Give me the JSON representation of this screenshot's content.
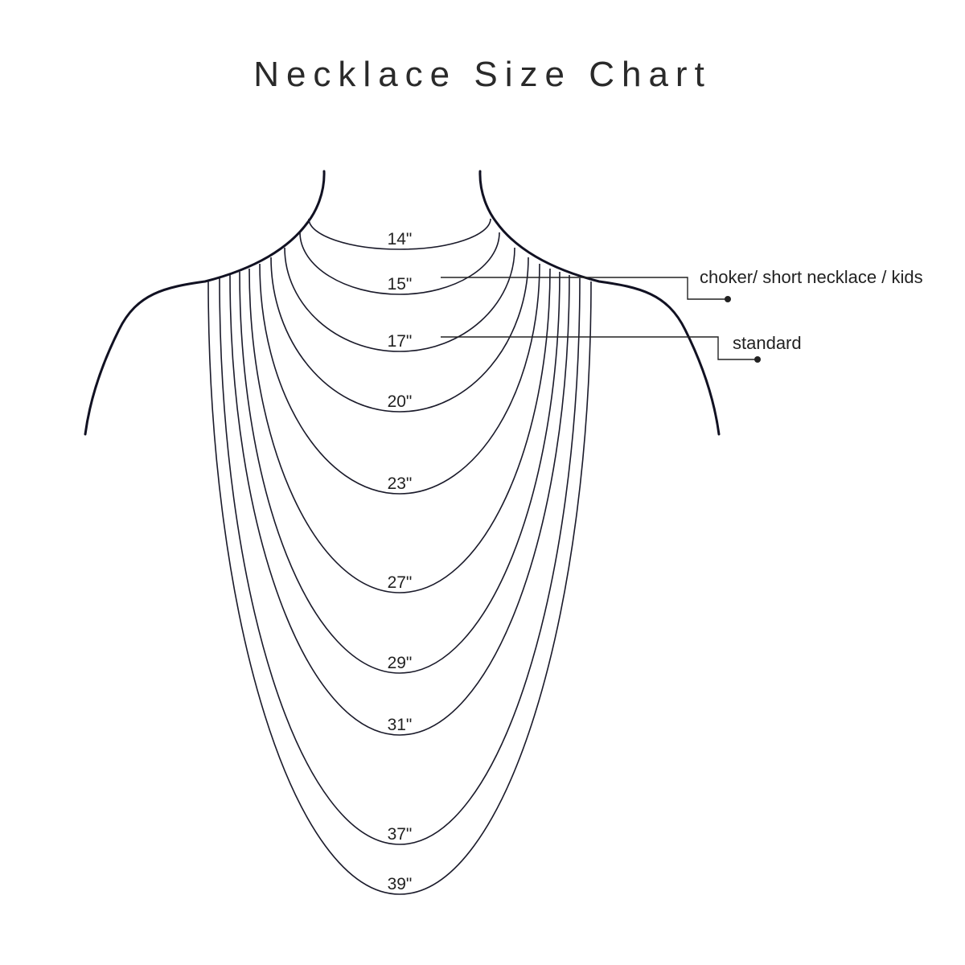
{
  "title": "Necklace Size Chart",
  "sizes": [
    {
      "label": "14\"",
      "length_in": 14
    },
    {
      "label": "15\"",
      "length_in": 15
    },
    {
      "label": "17\"",
      "length_in": 17
    },
    {
      "label": "20\"",
      "length_in": 20
    },
    {
      "label": "23\"",
      "length_in": 23
    },
    {
      "label": "27\"",
      "length_in": 27
    },
    {
      "label": "29\"",
      "length_in": 29
    },
    {
      "label": "31\"",
      "length_in": 31
    },
    {
      "label": "37\"",
      "length_in": 37
    },
    {
      "label": "39\"",
      "length_in": 39
    }
  ],
  "callouts": [
    {
      "label": "choker/ short necklace / kids",
      "size": "15\""
    },
    {
      "label": "standard",
      "size": "17\""
    }
  ],
  "colors": {
    "line": "#1a1a2a",
    "text": "#222222"
  }
}
